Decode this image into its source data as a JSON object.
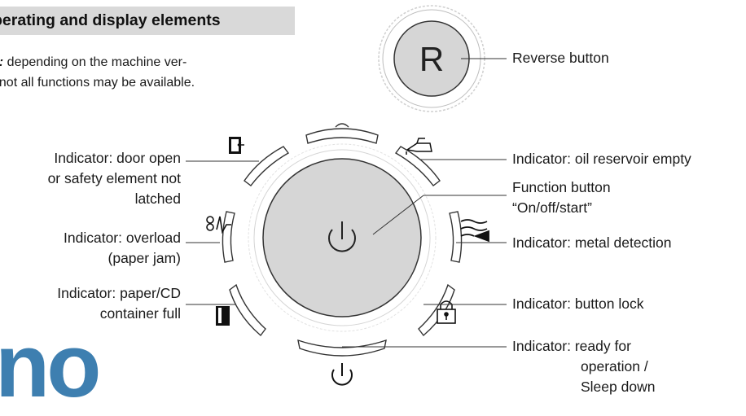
{
  "section": {
    "title": "perating and display elements"
  },
  "note": {
    "label": "e:",
    "line1": " depending on the machine ver-",
    "line2": ", not all functions may be available."
  },
  "reverse_button": {
    "letter": "R",
    "label": "Reverse button"
  },
  "labels": {
    "door_open": [
      "Indicator: door open",
      "or safety element not",
      "latched"
    ],
    "overload": [
      "Indicator: overload",
      "(paper jam)"
    ],
    "container_full": [
      "Indicator: paper/CD",
      "container full"
    ],
    "oil_empty": [
      "Indicator: oil reservoir empty"
    ],
    "function_button": [
      "Function button",
      "“On/off/start”"
    ],
    "metal_detection": [
      "Indicator: metal detection"
    ],
    "button_lock": [
      "Indicator: button lock"
    ],
    "ready": [
      "Indicator: ready for",
      "operation /",
      "Sleep down"
    ]
  },
  "icons": {
    "power": "power-icon",
    "door": "door-icon",
    "oil": "oil-can-icon",
    "metal": "metal-detection-icon",
    "lock": "lock-icon",
    "overload": "overload-icon",
    "container": "container-icon"
  },
  "logo_text": "no",
  "colors": {
    "header_bg": "#d9d9d9",
    "button_fill": "#d6d6d6",
    "line": "#333333",
    "logo": "#3e7fb0"
  }
}
